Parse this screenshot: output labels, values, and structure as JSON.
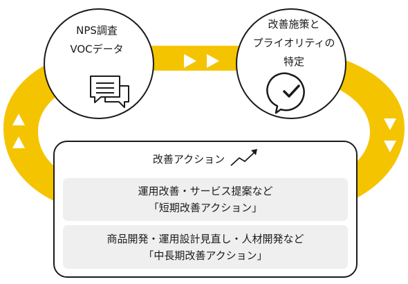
{
  "colors": {
    "accent_yellow": "#f5c400",
    "stroke": "#1a1a1a",
    "item_bg": "#efefef"
  },
  "left_circle": {
    "line1": "NPS調査",
    "line2": "VOCデータ",
    "icon": "chat-bubbles-icon"
  },
  "right_circle": {
    "line1": "改善施策と",
    "line2": "プライオリティの",
    "line3": "特定",
    "icon": "check-speech-bubble-icon"
  },
  "panel": {
    "title": "改善アクション",
    "icon": "trend-up-arrow-icon",
    "items": [
      {
        "line1": "運用改善・サービス提案など",
        "line2": "「短期改善アクション」"
      },
      {
        "line1": "商品開発・運用設計見直し・人材開発など",
        "line2": "「中長期改善アクション」"
      }
    ]
  },
  "arrows": {
    "top": "right-triangle-icon",
    "left": "up-triangle-icon",
    "right": "down-triangle-icon"
  }
}
